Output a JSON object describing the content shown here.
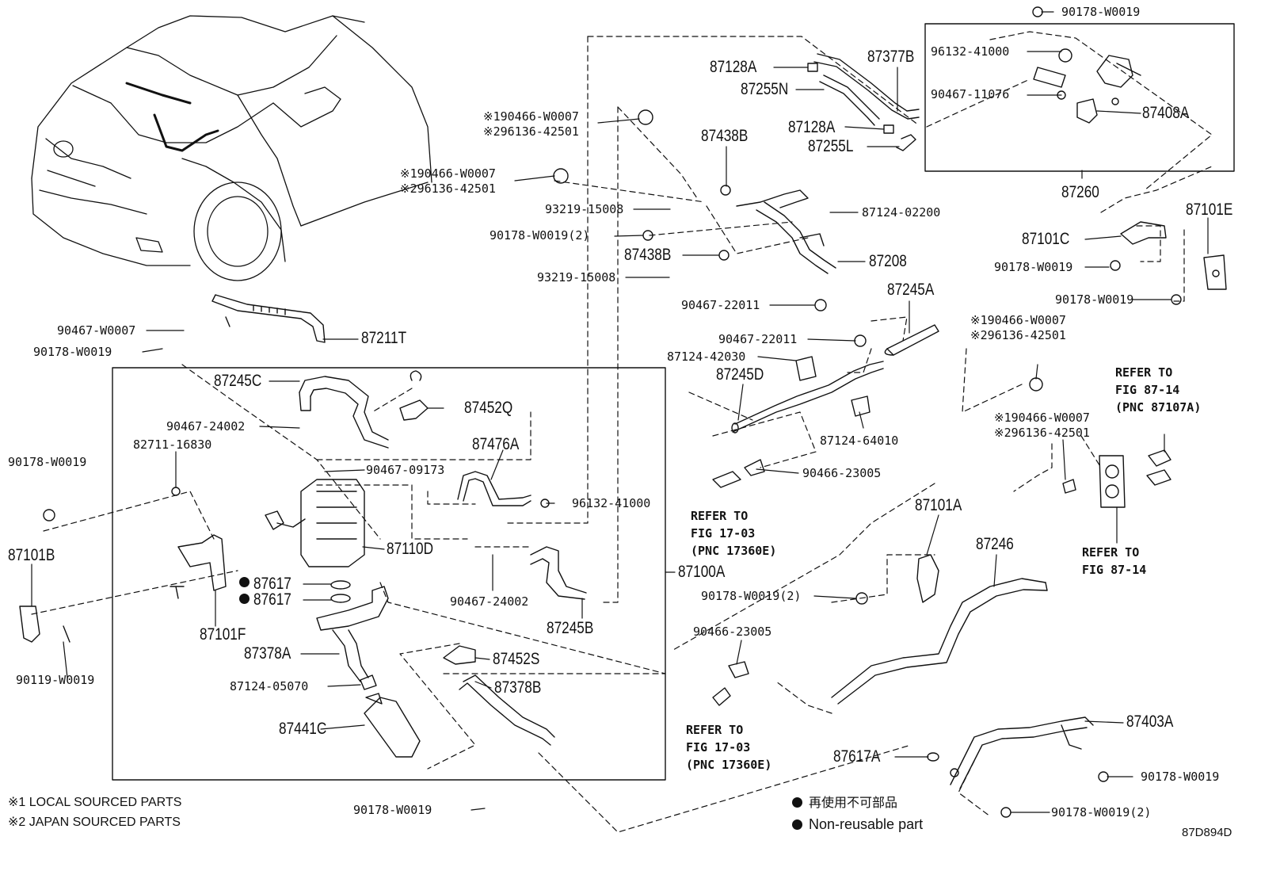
{
  "diagram_code": "87D894D",
  "part_labels": [
    "90178-W0019",
    "96132-41000",
    "90467-11076",
    "87408A",
    "87260",
    "87101E",
    "87101C",
    "90178-W0019",
    "90178-W0019",
    "87377B",
    "87128A",
    "87255N",
    "87128A",
    "87255L",
    "87438B",
    "87124-02200",
    "87208",
    "87438B",
    "87245A",
    "90467-22011",
    "90467-22011",
    "87124-42030",
    "87245D",
    "87124-64010",
    "90466-23005",
    "87211T",
    "90467-W0007",
    "90178-W0019",
    "93219-15008",
    "90178-W0019(2)",
    "93219-15008",
    "87245C",
    "87452Q",
    "90467-24002",
    "82711-16830",
    "90178-W0019",
    "87476A",
    "90467-09173",
    "96132-41000",
    "87110D",
    "87100A",
    "87101B",
    "87617",
    "87617",
    "87101F",
    "90467-24002",
    "87245B",
    "87378A",
    "87452S",
    "87124-05070",
    "87378B",
    "87441C",
    "90119-W0019",
    "90178-W0019",
    "87101A",
    "90178-W0019(2)",
    "87246",
    "90466-23005",
    "87403A",
    "87617A",
    "90178-W0019",
    "90178-W0019(2)"
  ],
  "marked_parts": [
    {
      "mark1": "※1",
      "part1": "90466-W0007",
      "mark2": "※2",
      "part2": "96136-42501"
    },
    {
      "mark1": "※1",
      "part1": "90466-W0007",
      "mark2": "※2",
      "part2": "96136-42501"
    },
    {
      "mark1": "※1",
      "part1": "90466-W0007",
      "mark2": "※2",
      "part2": "96136-42501"
    },
    {
      "mark1": "※1",
      "part1": "90466-W0007",
      "mark2": "※2",
      "part2": "96136-42501"
    }
  ],
  "references": [
    {
      "text": "REFER TO\nFIG 17-03\n(PNC 17360E)"
    },
    {
      "text": "REFER TO\nFIG 17-03\n(PNC 17360E)"
    },
    {
      "text": "REFER TO\nFIG 87-14\n(PNC 87107A)"
    },
    {
      "text": "REFER TO\nFIG 87-14"
    }
  ],
  "footnotes": {
    "local": "※1 LOCAL SOURCED PARTS",
    "japan": "※2 JAPAN SOURCED PARTS"
  },
  "legend": {
    "jp": "再使用不可部品",
    "en": "Non-reusable part"
  }
}
